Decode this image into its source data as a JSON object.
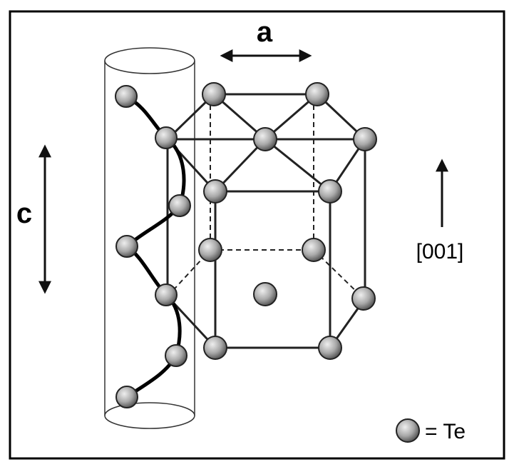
{
  "labels": {
    "lattice_a": "a",
    "lattice_c": "c",
    "direction": "[001]",
    "legend_text": "= Te"
  },
  "colors": {
    "atom_light": "#e8e8e8",
    "atom_mid": "#a9a9a9",
    "atom_dark": "#4a4a4a",
    "line": "#222222"
  }
}
